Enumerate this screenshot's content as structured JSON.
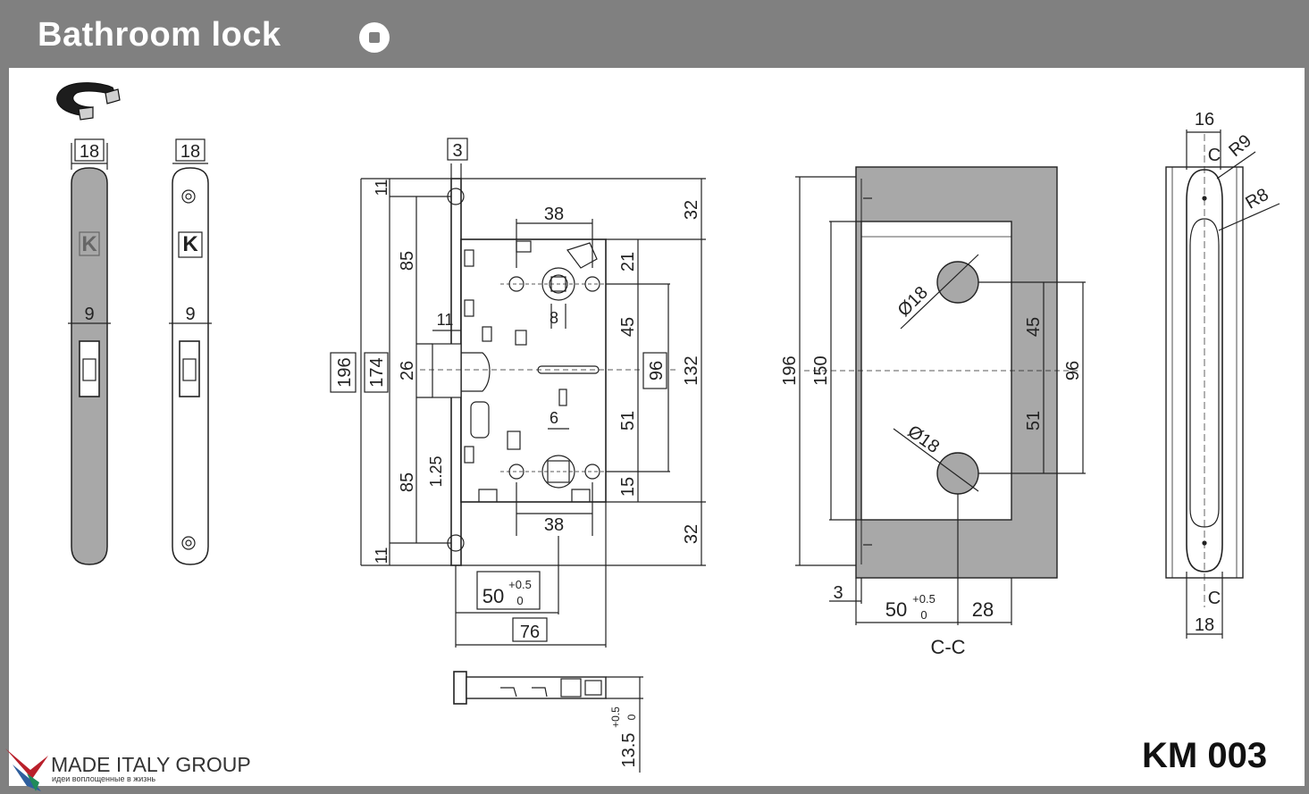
{
  "header": {
    "title": "Bathroom lock"
  },
  "footer": {
    "model": "KM 003",
    "brand": "MADE ITALY GROUP",
    "slogan": "идеи воплощенные в жизнь"
  },
  "colors": {
    "frame": "#808080",
    "sheet": "#ffffff",
    "faceplate": "#a8a8a8",
    "line": "#222222"
  },
  "icons": {
    "magnet": "magnet-icon",
    "badge": "square-in-circle-icon",
    "brand": "brand-bird-logo-icon",
    "faceplate_mark": "k-logo-icon"
  },
  "faceplate_front": {
    "width": "18",
    "hole": "9",
    "mark": "K"
  },
  "faceplate_back": {
    "width": "18",
    "hole": "9",
    "mark": "K"
  },
  "lock_body": {
    "plate": "3",
    "top_margin": "11",
    "upper": "85",
    "mid": "26",
    "lower": "85",
    "bottom_margin": "11",
    "total": "196",
    "body": "174",
    "latch": "11",
    "spindle_dist": "38",
    "spindle_sq": "8",
    "right_top": "32",
    "right_21": "21",
    "right_45": "45",
    "right_96": "96",
    "right_132": "132",
    "right_51": "51",
    "right_15": "15",
    "right_bottom": "32",
    "thumb_sq": "6",
    "offset": "1.25",
    "lower_dist": "38",
    "backset_value": "50",
    "backset_tol_top": "+0.5",
    "backset_tol_bottom": "0",
    "depth": "76"
  },
  "latch_view": {
    "height": "13.5",
    "tol_top": "+0.5",
    "tol_bottom": "0"
  },
  "cutout": {
    "height": "196",
    "inner": "150",
    "hole_top": "Ø18",
    "hole_bottom": "Ø18",
    "dist_45": "45",
    "dist_51": "51",
    "dist_96": "96",
    "plate": "3",
    "backset_value": "50",
    "tol_top": "+0.5",
    "tol_bottom": "0",
    "offset": "28",
    "section": "C-C"
  },
  "side_view": {
    "width_top": "16",
    "section_top": "C",
    "r_top": "R9",
    "r_side": "R8",
    "section_bottom": "C",
    "width_bottom": "18"
  }
}
